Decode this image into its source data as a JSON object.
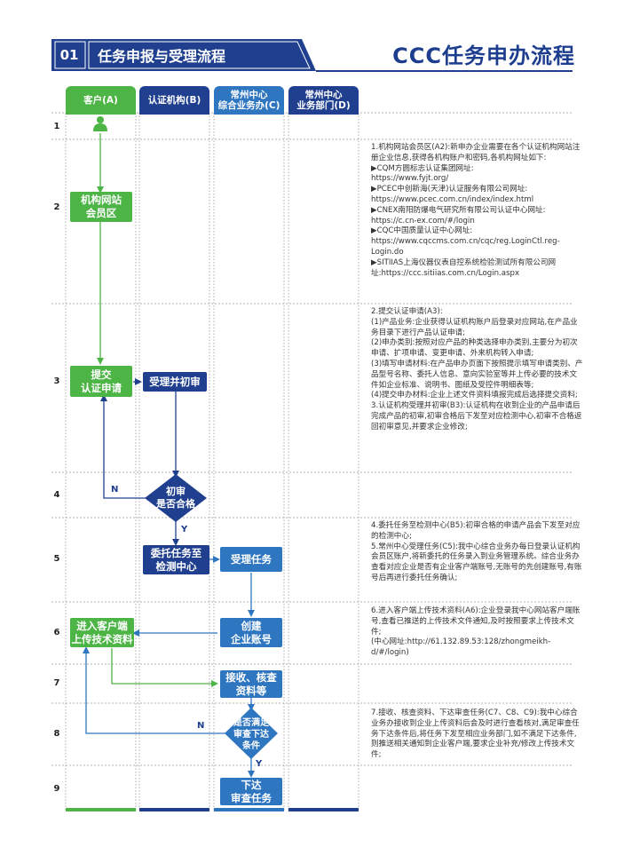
{
  "header": {
    "section_number": "01",
    "section_title": "任务申报与受理流程",
    "main_title": "CCC任务申办流程"
  },
  "lanes": [
    {
      "label": "客户(A)",
      "color": "#4db446"
    },
    {
      "label": "认证机构(B)",
      "color": "#20408f"
    },
    {
      "label": "常州中心\n综合业务办(C)",
      "color": "#2f76c1"
    },
    {
      "label": "常州中心\n业务部门(D)",
      "color": "#20408f"
    }
  ],
  "row_numbers": [
    "1",
    "2",
    "3",
    "4",
    "5",
    "6",
    "7",
    "8",
    "9"
  ],
  "nodes": {
    "a2": "机构网站\n会员区",
    "a3": "提交\n认证申请",
    "b3": "受理并初审",
    "d4": "初审\n是否合格",
    "b5": "委托任务至\n检测中心",
    "c5": "受理任务",
    "c6": "创建\n企业账号",
    "a6": "进入客户端\n上传技术资料",
    "c7": "接收、核查\n资料等",
    "d8": "是否满足\n审查下达\n条件",
    "c9": "下达\n审查任务"
  },
  "labels": {
    "n1": "N",
    "y1": "Y",
    "n2": "N",
    "y2": "Y"
  },
  "descriptions": {
    "r2": "1.机构网站会员区(A2):新申办企业需要在各个认证机构网站注册企业信息,获得各机构账户和密码,各机构网址如下:\n▶CQM方圆标志认证集团网址:\nhttps://www.fyjt.org/\n▶PCEC中创新海(天津)认证服务有限公司网址:\nhttps://www.pcec.com.cn/index/index.html\n▶CNEX南阳防爆电气研究所有限公司认证中心网址:\nhttps://c.cn-ex.com/#/login\n▶CQC中国质量认证中心网址:\nhttps://www.cqccms.com.cn/cqc/reg.LoginCtl.reg-Login.do\n▶SITIIAS上海仪器仪表自控系统检验测试所有限公司网址:https://ccc.sitiias.com.cn/Login.aspx",
    "r3": "2.提交认证申请(A3):\n(1)产品业务:企业获得认证机构账户后登录对应网站,在产品业务目录下进行产品认证申请;\n(2)申办类别:按照对应产品的种类选择申办类别,主要分为初次申请、扩项申请、变更申请、外来机构转入申请;\n(3)填写申请材料:在产品申办页面下按照提示填写申请类别、产品型号名称、委托人信息、意向实验室等并上传必要的技术文件如企业标准、说明书、图纸及受控件明细表等;\n(4)提交申办材料:企业上述文件资料填报完成后选择提交资料;\n3.认证机构受理并初审(B3):认证机构在收到企业的产品申请后完成产品的初审,初审合格后下发至对应检测中心,初审不合格返回初审意见,并要求企业修改;",
    "r5": "4.委托任务至检测中心(B5):初审合格的申请产品会下发至对应的检测中心;\n5.常州中心受理任务(C5):我中心综合业务办每日登录认证机构会员区账户,将新委托的任务录入到业务管理系统。综合业务办查看对应企业是否有企业客户端账号,无账号的先创建账号,有账号后再进行委托任务确认;",
    "r6": "6.进入客户端上传技术资料(A6):企业登录我中心网站客户端账号,查看已推送的上传技术文件通知,及时按照要求上传技术文件;\n(中心网址:http://61.132.89.53:128/zhongmeikh-d/#/login)",
    "r8": "7.接收、核查资料、下达审查任务(C7、C8、C9):我中心综合业务办接收到企业上传资料后会及时进行查看核对,满足审查任务下达条件后,将任务下发至相应业务部门,如不满足下达条件,则推送相关通知到企业客户端,要求企业补充/修改上传技术文件;"
  },
  "colors": {
    "green": "#4db446",
    "dark_blue": "#20408f",
    "mid_blue": "#2f76c1",
    "title_blue": "#1d3d8f"
  }
}
